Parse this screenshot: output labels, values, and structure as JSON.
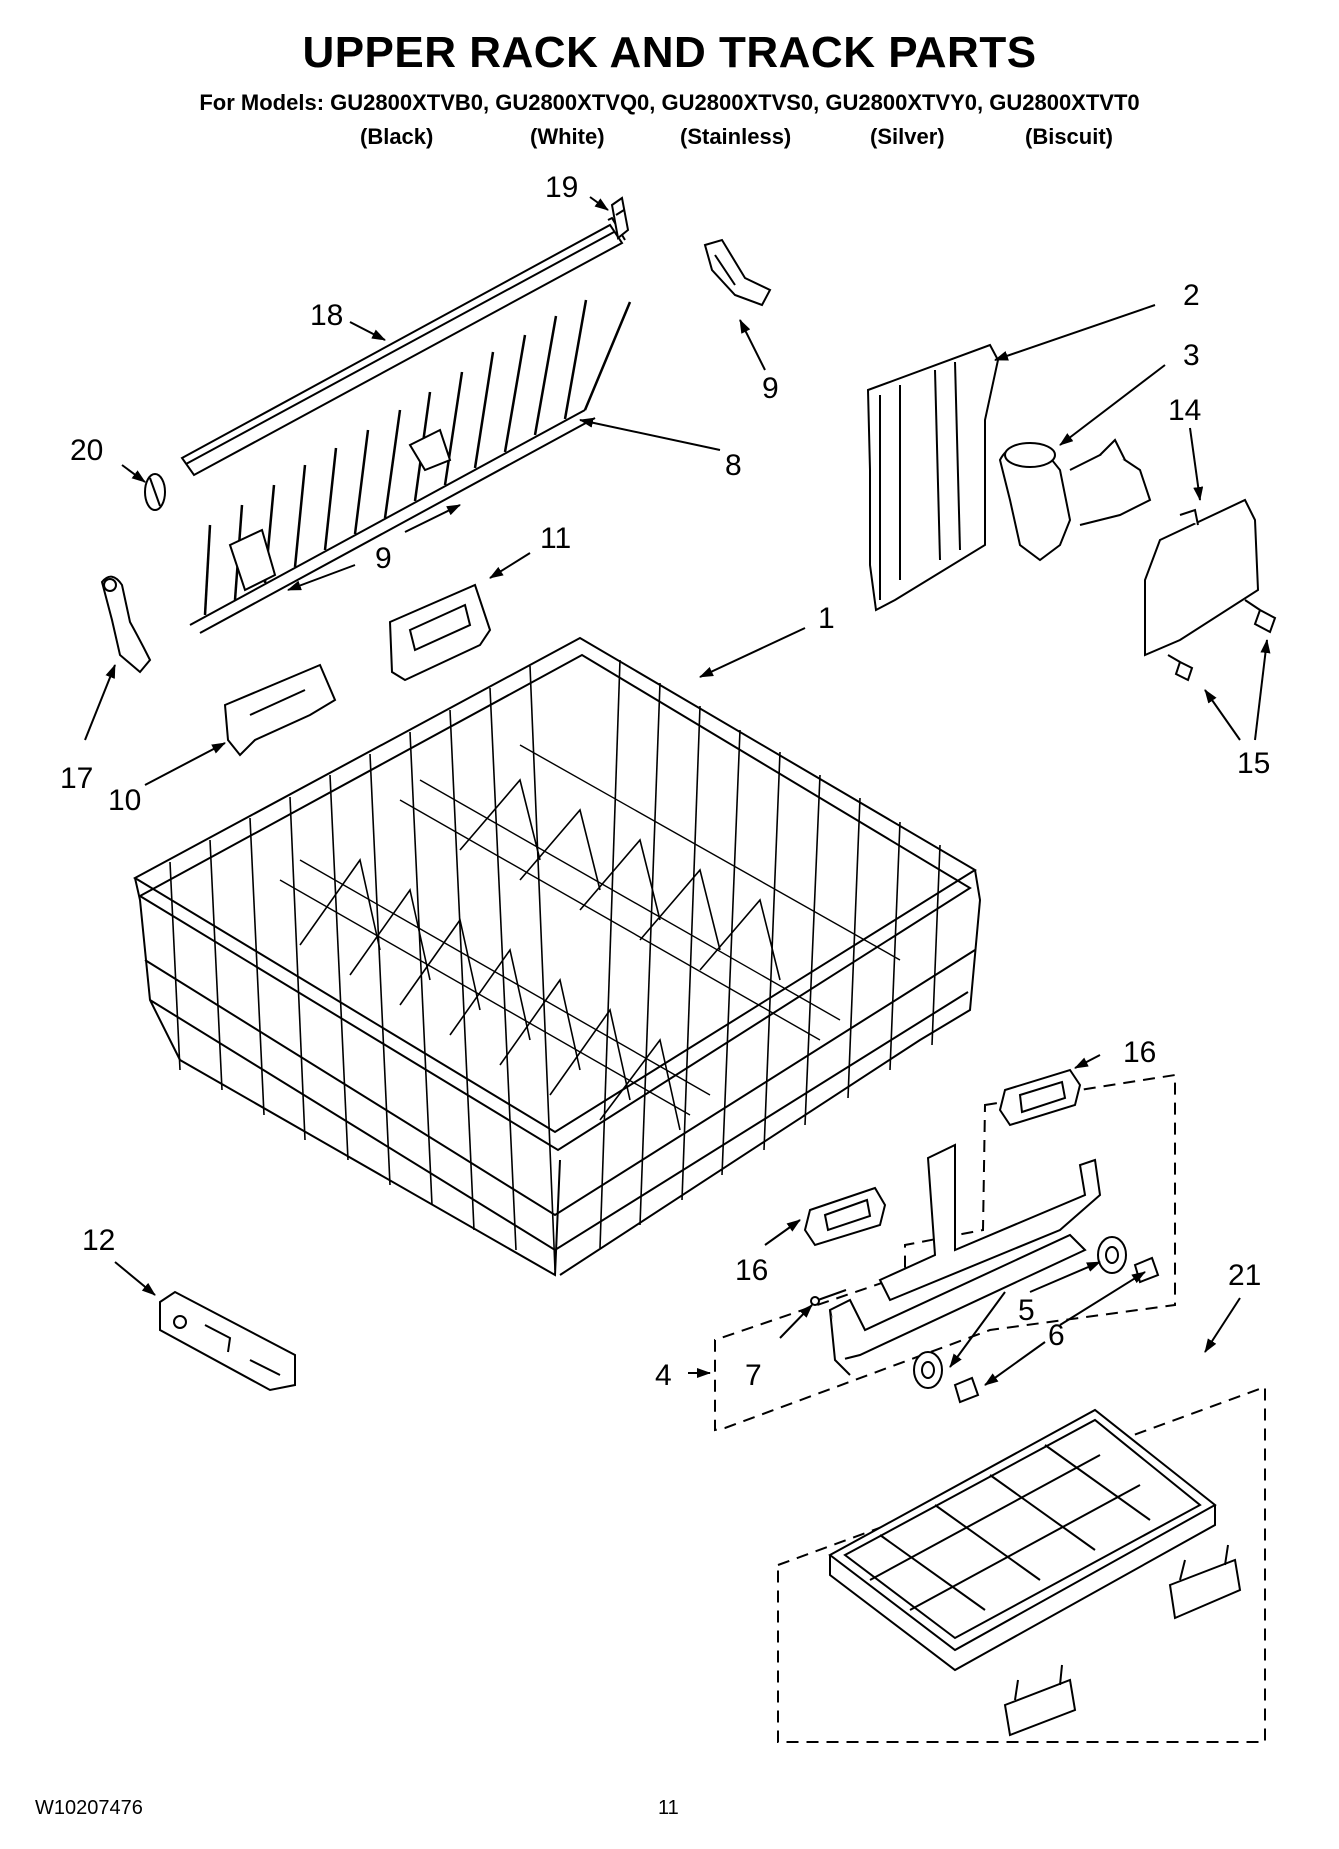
{
  "header": {
    "title": "UPPER RACK AND TRACK PARTS",
    "models_line": "For Models: GU2800XTVB0, GU2800XTVQ0, GU2800XTVS0, GU2800XTVY0, GU2800XTVT0",
    "colors": [
      "(Black)",
      "(White)",
      "(Stainless)",
      "(Silver)",
      "(Biscuit)"
    ]
  },
  "callouts": {
    "c19": "19",
    "c18": "18",
    "c2": "2",
    "c3": "3",
    "c14": "14",
    "c9a": "9",
    "c20": "20",
    "c8": "8",
    "c9b": "9",
    "c11": "11",
    "c1": "1",
    "c17": "17",
    "c10": "10",
    "c15": "15",
    "c16a": "16",
    "c16b": "16",
    "c12": "12",
    "c21": "21",
    "c5": "5",
    "c6": "6",
    "c4": "4",
    "c7": "7"
  },
  "footer": {
    "doc_number": "W10207476",
    "page_number": "11"
  }
}
